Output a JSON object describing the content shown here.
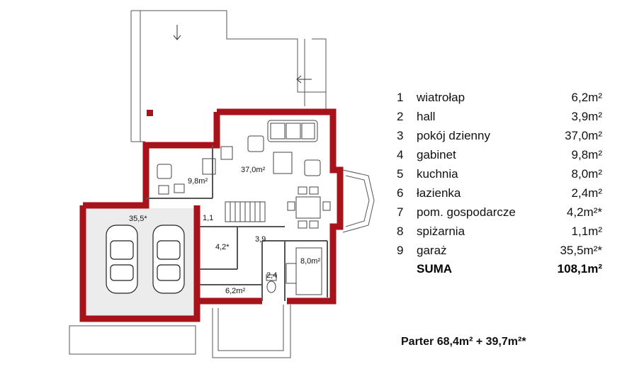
{
  "plan": {
    "room_labels": {
      "living": "37,0m²",
      "office": "9,8m²",
      "garage": "35,5*",
      "vestibule": "1,1",
      "utility": "4,2*",
      "hall": "3,9",
      "kitchen": "8,0m²",
      "bathroom": "2,4",
      "entry": "6,2m²"
    }
  },
  "legend": {
    "rows": [
      {
        "num": "1",
        "name": "wiatrołap",
        "area": "6,2m²"
      },
      {
        "num": "2",
        "name": "hall",
        "area": "3,9m²"
      },
      {
        "num": "3",
        "name": "pokój dzienny",
        "area": "37,0m²"
      },
      {
        "num": "4",
        "name": "gabinet",
        "area": "9,8m²"
      },
      {
        "num": "5",
        "name": "kuchnia",
        "area": "8,0m²"
      },
      {
        "num": "6",
        "name": "łazienka",
        "area": "2,4m²"
      },
      {
        "num": "7",
        "name": "pom. gospodarcze",
        "area": "4,2m²*"
      },
      {
        "num": "8",
        "name": "spiżarnia",
        "area": "1,1m²"
      },
      {
        "num": "9",
        "name": "garaż",
        "area": "35,5m²*"
      }
    ],
    "total": {
      "name": "SUMA",
      "area": "108,1m²"
    }
  },
  "footer": {
    "summary": "Parter  68,4m² + 39,7m²*"
  },
  "colors": {
    "wall": "#a8121a",
    "garage_floor": "#ececec",
    "line": "#333333"
  }
}
